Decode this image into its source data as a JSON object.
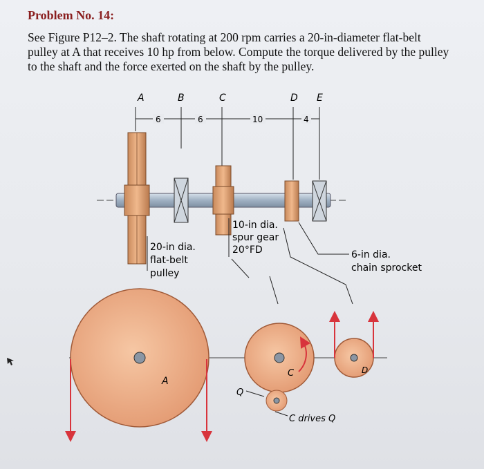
{
  "problem_title": "Problem No. 14:",
  "problem_text": "See Figure P12–2. The shaft rotating at 200 rpm carries a 20-in-diameter flat-belt pulley at A that receives 10 hp from below. Compute the torque delivered by the pulley to the shaft and the force exerted on the shaft by the pulley.",
  "figure": {
    "points": {
      "a": "A",
      "b": "B",
      "c": "C",
      "d": "D",
      "e": "E"
    },
    "dims": {
      "ab": "6",
      "bc": "6",
      "cd": "10",
      "de": "4"
    },
    "gear_label": {
      "l1": "10-in dia.",
      "l2": "spur gear",
      "l3": "20°FD"
    },
    "pulley_label": {
      "l1": "20-in dia.",
      "l2": "flat-belt",
      "l3": "pulley"
    },
    "sprocket_label": {
      "l1": "6-in dia.",
      "l2": "chain sprocket"
    },
    "pulley_center_label": "A",
    "gear_center_label": "C",
    "sprocket_center_label": "D",
    "q_label": "Q",
    "drives_label": "C drives Q"
  },
  "colors": {
    "title": "#8a1f1f",
    "pulley_fill": "#e8a27c",
    "shaft": "#a7b6c6",
    "belt_arrow": "#d8343c"
  }
}
